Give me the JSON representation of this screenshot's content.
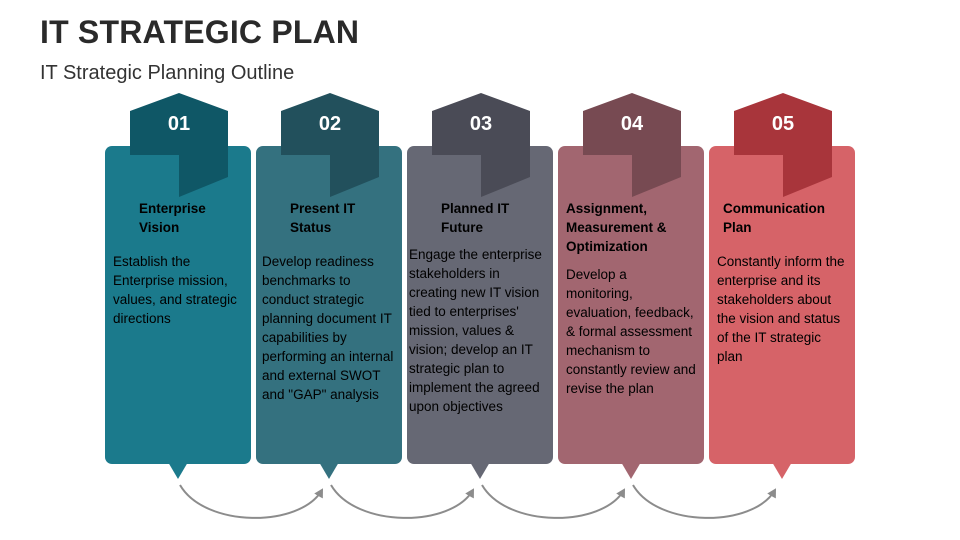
{
  "title": "IT STRATEGIC PLAN",
  "subtitle": "IT Strategic Planning Outline",
  "steps": [
    {
      "number": "01",
      "heading": "Enterprise Vision",
      "description": "Establish the Enterprise mission, values, and strategic directions",
      "color": "#1b7a8c",
      "hex_color": "#0f5766"
    },
    {
      "number": "02",
      "heading": "Present IT Status",
      "description": "Develop readiness benchmarks to conduct strategic planning document IT capabilities by performing an internal and external SWOT and \"GAP\" analysis",
      "color": "#34717f",
      "hex_color": "#22505c"
    },
    {
      "number": "03",
      "heading": "Planned IT Future",
      "description": "Engage the enterprise stakeholders in creating new IT vision tied to enterprises' mission, values & vision; develop an IT strategic plan to implement the agreed upon objectives",
      "color": "#666874",
      "hex_color": "#4a4b56"
    },
    {
      "number": "04",
      "heading": "Assignment, Measurement & Optimization",
      "description": "Develop a monitoring, evaluation, feedback, & formal assessment mechanism to constantly review and revise the plan",
      "color": "#a26670",
      "hex_color": "#774a52"
    },
    {
      "number": "05",
      "heading": "Communication Plan",
      "description": "Constantly inform the enterprise and its stakeholders about the vision and status of the IT strategic plan",
      "color": "#d66368",
      "hex_color": "#a8353b"
    }
  ],
  "colors": {
    "connector": "#8c8c8c",
    "title": "#2a2a2a"
  }
}
